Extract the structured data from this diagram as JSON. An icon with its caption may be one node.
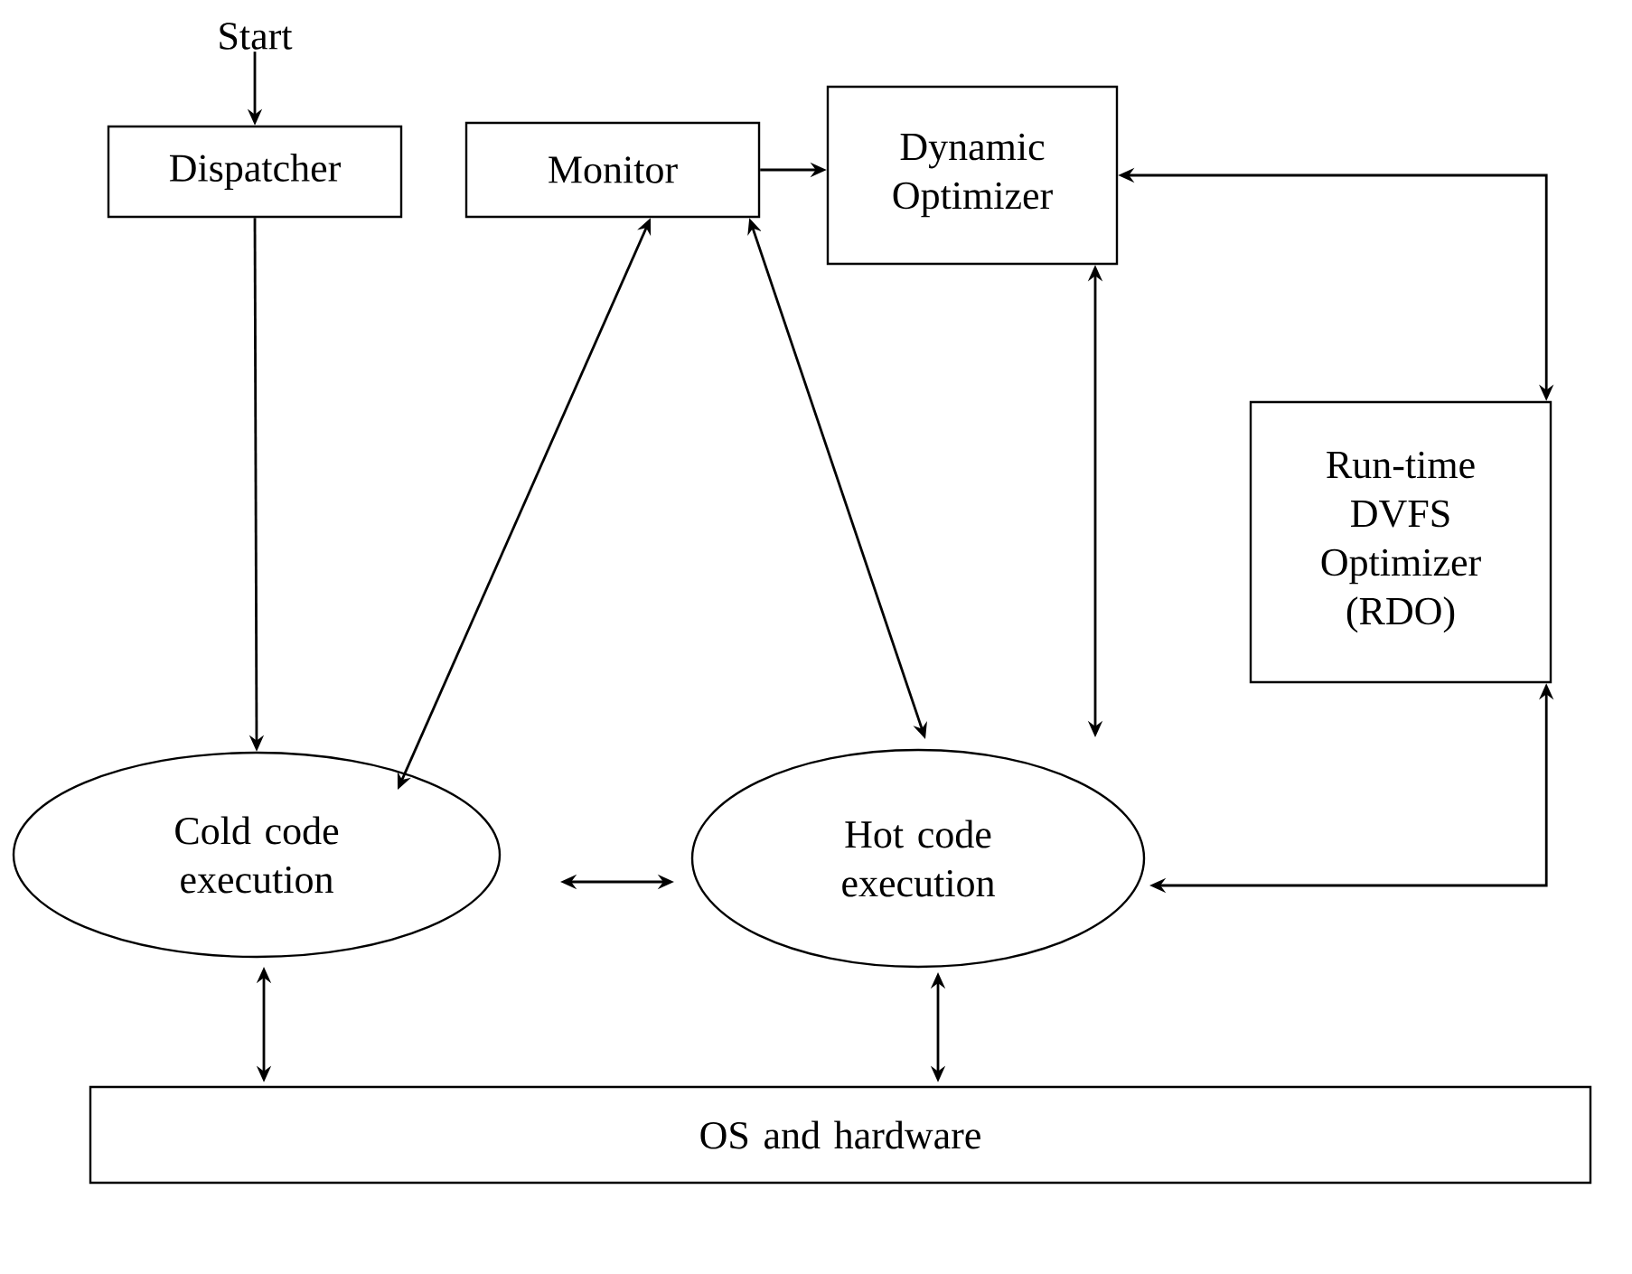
{
  "diagram": {
    "nodes": [
      {
        "text": [
          "Start"
        ]
      },
      {
        "text": [
          "Dispatcher"
        ]
      },
      {
        "text": [
          "Monitor"
        ]
      },
      {
        "text": [
          "Dynamic Optimizer"
        ]
      },
      {
        "text": [
          "Run-time DVFS Optimizer (RDO)"
        ]
      },
      {
        "text": [
          "Cold code execution"
        ]
      },
      {
        "text": [
          "Hot code execution"
        ]
      },
      {
        "text": [
          "OS and hardware"
        ]
      }
    ],
    "edges": [
      {
        "from": 0,
        "to": 1,
        "arrow": "to"
      },
      {
        "from": 1,
        "to": 5,
        "arrow": "to"
      },
      {
        "from": 2,
        "to": 3,
        "arrow": "to"
      },
      {
        "from": 5,
        "to": 2,
        "arrow": "both"
      },
      {
        "from": 2,
        "to": 6,
        "arrow": "both"
      },
      {
        "from": 3,
        "to": 6,
        "arrow": "both"
      },
      {
        "from": 3,
        "to": 4,
        "arrow": "both"
      },
      {
        "from": 5,
        "to": 6,
        "arrow": "both"
      },
      {
        "from": 6,
        "to": 4,
        "arrow": "both"
      },
      {
        "from": 5,
        "to": 7,
        "arrow": "both"
      },
      {
        "from": 6,
        "to": 7,
        "arrow": "both"
      }
    ]
  }
}
